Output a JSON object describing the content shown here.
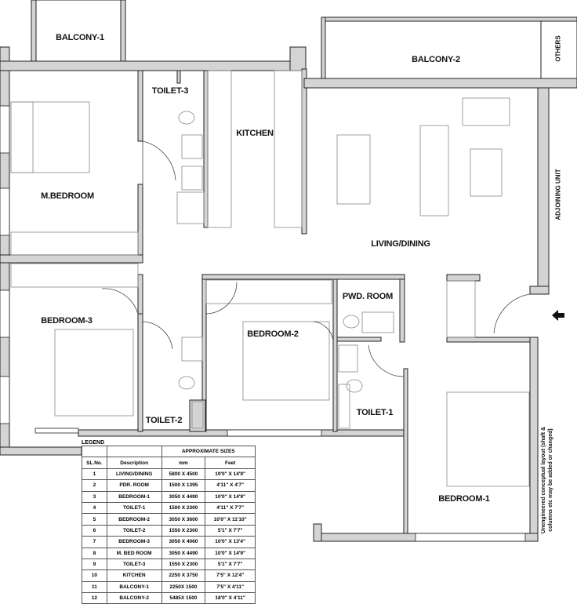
{
  "rooms": {
    "balcony1": "BALCONY-1",
    "balcony2": "BALCONY-2",
    "others": "OTHERS",
    "toilet3": "TOILET-3",
    "kitchen": "KITCHEN",
    "mbedroom": "M.BEDROOM",
    "living": "LIVING/DINING",
    "adjoining": "ADJOINING UNIT",
    "bedroom3": "BEDROOM-3",
    "bedroom2": "BEDROOM-2",
    "pwd": "PWD. ROOM",
    "toilet2": "TOILET-2",
    "toilet1": "TOILET-1",
    "bedroom1": "BEDROOM-1"
  },
  "note": "Unengineered conceptual layout (shaft & columns etc may be added or changed)",
  "entrance_icon": "arrow-left-icon",
  "legend": {
    "title": "LEGEND",
    "group_header": "APPROXIMATE SIZES",
    "headers": [
      "SL.No.",
      "Description",
      "mm",
      "Feet"
    ],
    "rows": [
      [
        "1",
        "LIVING/DINING",
        "5800 X 4500",
        "19'0\" X 14'9\""
      ],
      [
        "2",
        "PDR. ROOM",
        "1500 X 1395",
        "4'11\" X 4'7\""
      ],
      [
        "3",
        "BEDROOM-1",
        "3050 X 4490",
        "10'0\" X 14'9\""
      ],
      [
        "4",
        "TOILET-1",
        "1500 X 2300",
        "4'11\" X 7'7\""
      ],
      [
        "5",
        "BEDROOM-2",
        "3050 X 3600",
        "10'0\" X 11'10\""
      ],
      [
        "6",
        "TOILET-2",
        "1550 X 2300",
        "5'1\" X 7'7\""
      ],
      [
        "7",
        "BEDROOM-3",
        "3050 X 4060",
        "10'0\" X 13'4\""
      ],
      [
        "8",
        "M. BED ROOM",
        "3050 X 4490",
        "10'0\" X 14'9\""
      ],
      [
        "9",
        "TOILET-3",
        "1550 X 2300",
        "5'1\" X 7'7\""
      ],
      [
        "10",
        "KITCHEN",
        "2250 X 3750",
        "7'5\" X 12'4\""
      ],
      [
        "11",
        "BALCONY-1",
        "2250X 1500",
        "7'5\" X 4'11\""
      ],
      [
        "12",
        "BALCONY-2",
        "5485X 1500",
        "18'0\" X 4'11\""
      ]
    ]
  },
  "colors": {
    "wall": "#d4d4d4",
    "line": "#222222",
    "furniture": "#888888"
  }
}
